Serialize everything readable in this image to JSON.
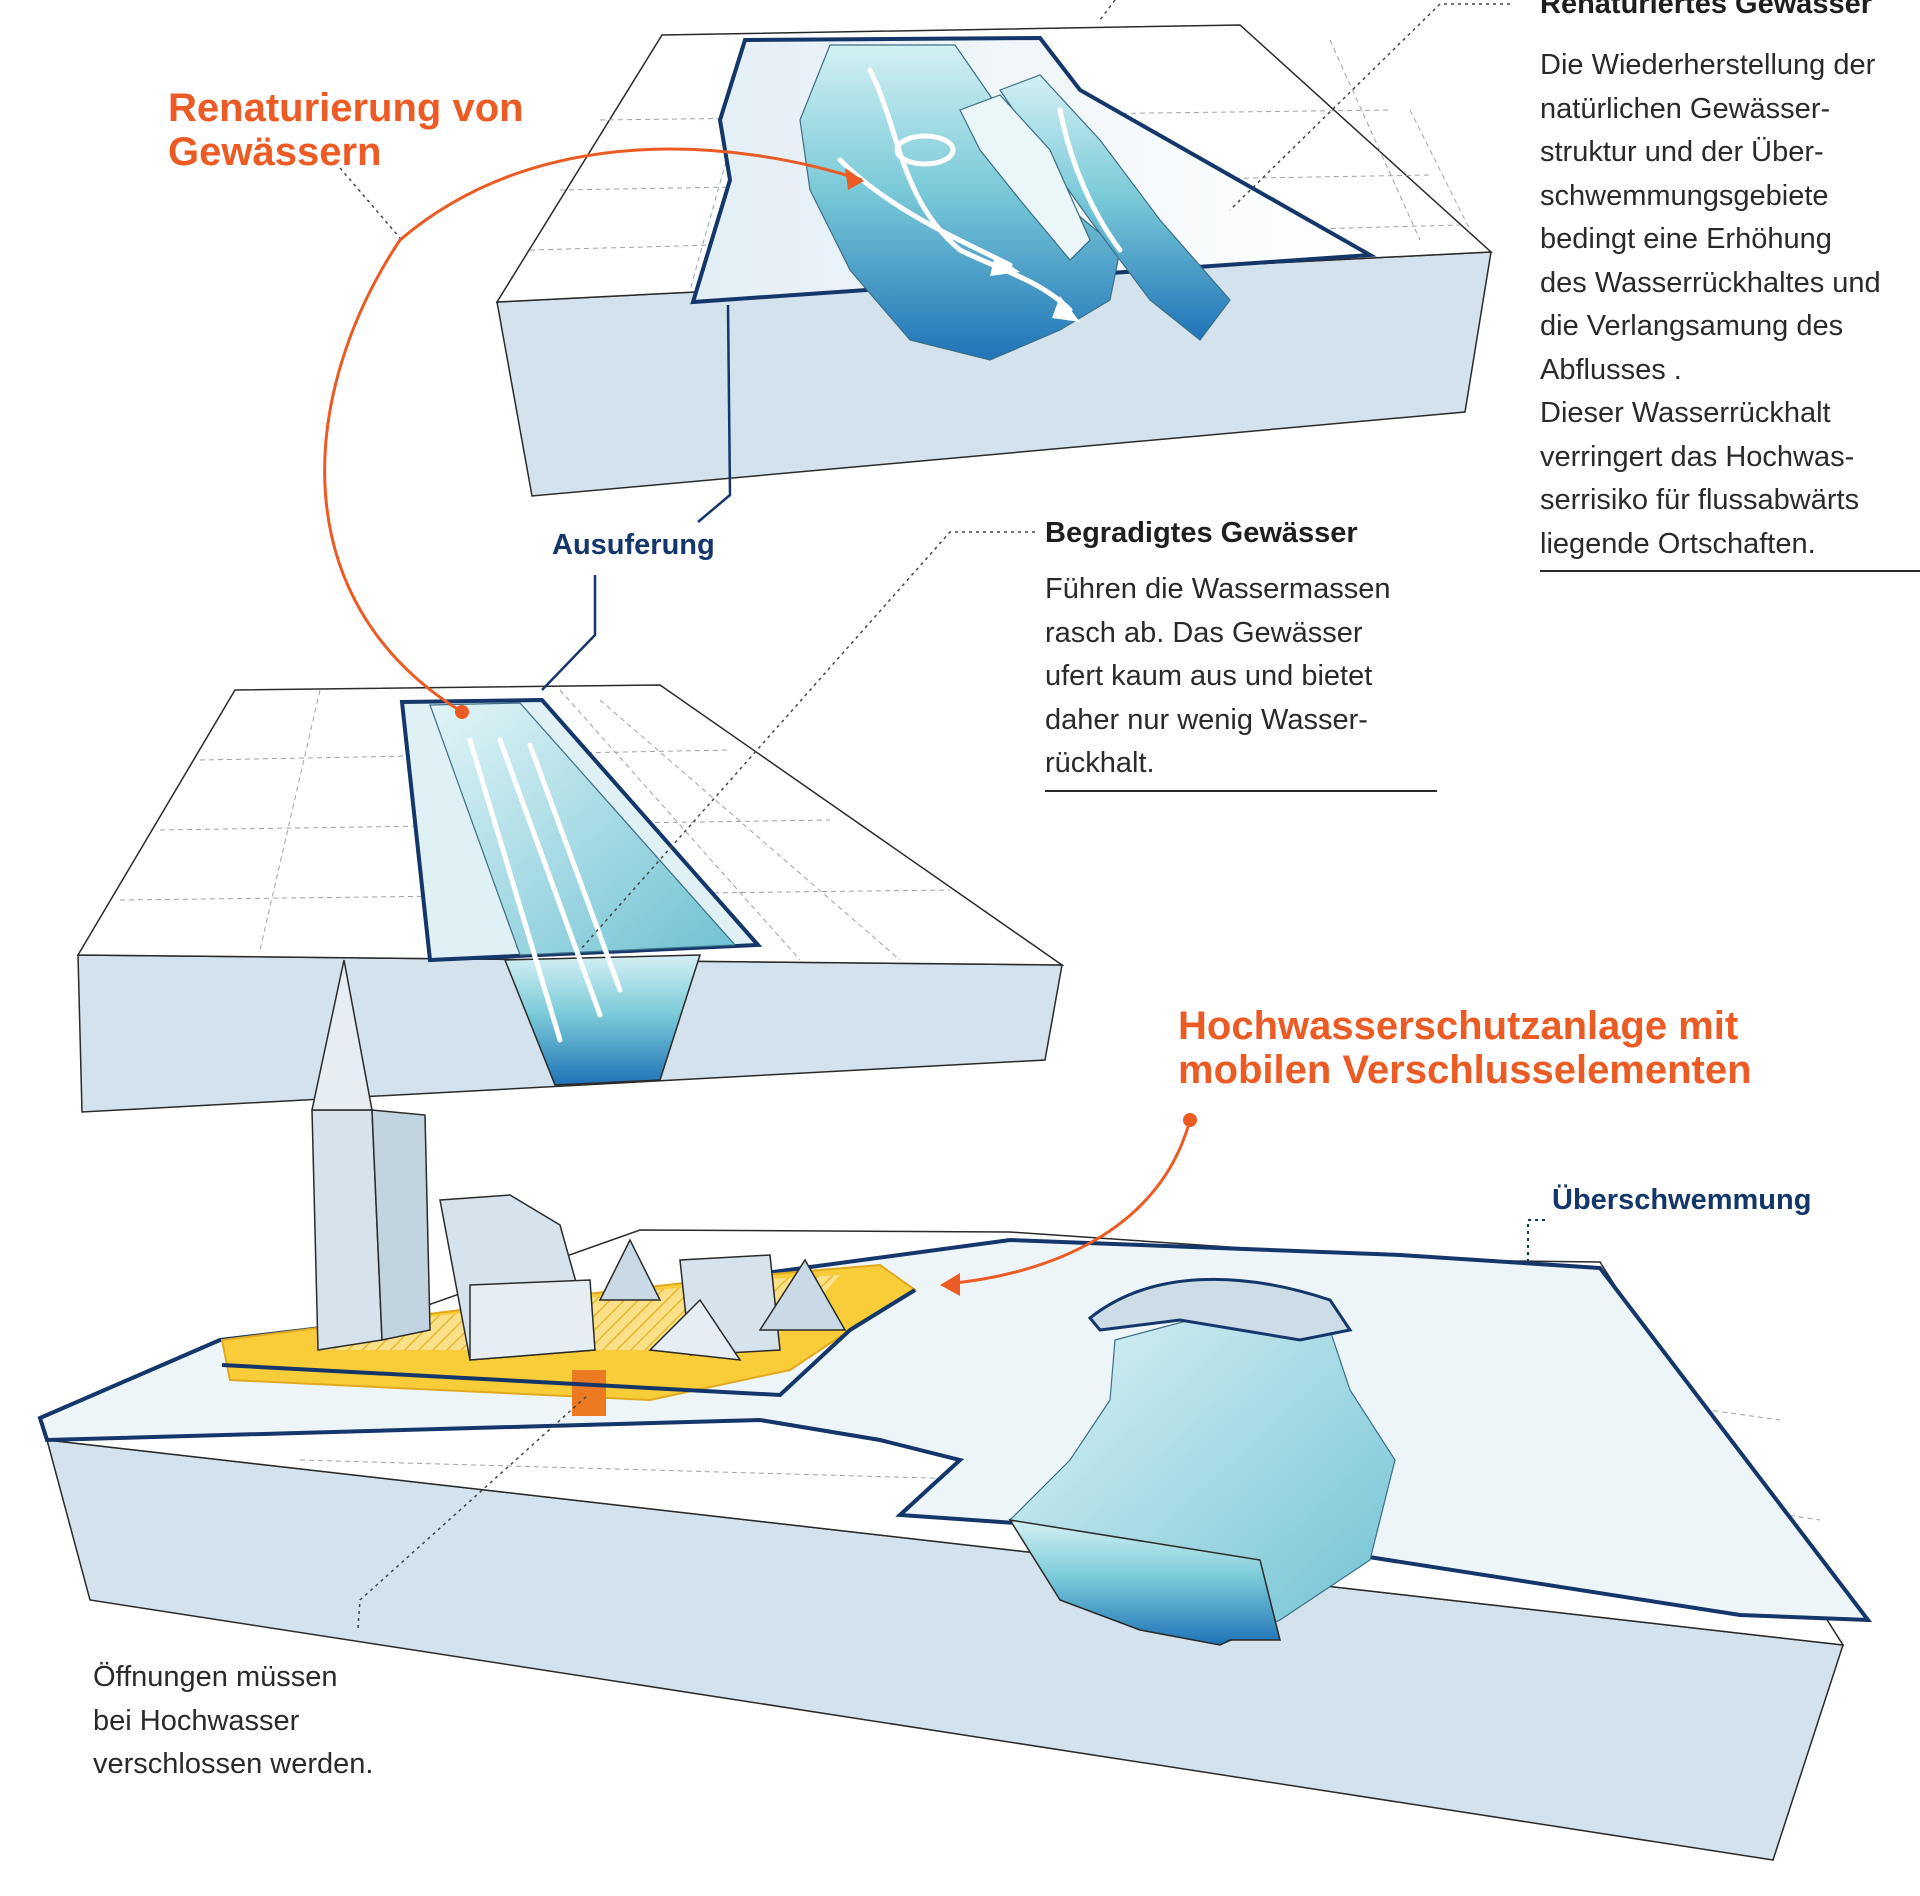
{
  "colors": {
    "accent_orange": "#ec5b24",
    "navy_outline": "#14366a",
    "water_light": "#bfe6ec",
    "water_mid": "#5ab6cc",
    "water_deep": "#1f73b7",
    "terrain_side": "#d3e2ec",
    "dam_yellow": "#f9cd39"
  },
  "headings": {
    "renaturierung": "Renaturierung von\nGewässern",
    "hochwasserschutz": "Hochwasserschutzanlage mit\nmobilen Verschlusselementen"
  },
  "labels": {
    "ausuferung": "Ausuferung",
    "ueberschwemmung": "Überschwemmung"
  },
  "info_boxes": {
    "renaturiertes": {
      "title": "Renaturiertes Gewässer",
      "body": "Die Wiederherstellung der\nnatürlichen Gewässer-\nstruktur und der Über-\nschwemmungsgebiete\nbedingt eine Erhöhung\ndes Wasserrückhaltes und\ndie Verlangsamung des\nAbflusses .\nDieser Wasserrückhalt\nverringert das Hochwas-\nserrisiko für flussabwärts\nliegende Ortschaften."
    },
    "begradigtes": {
      "title": "Begradigtes Gewässer",
      "body": "Führen die Wassermassen\nrasch ab. Das Gewässer\nufert kaum aus und bietet\ndaher nur wenig Wasser-\nrückhalt."
    },
    "oeffnungen": {
      "body": "Öffnungen müssen\nbei Hochwasser\nverschlossen werden."
    }
  }
}
